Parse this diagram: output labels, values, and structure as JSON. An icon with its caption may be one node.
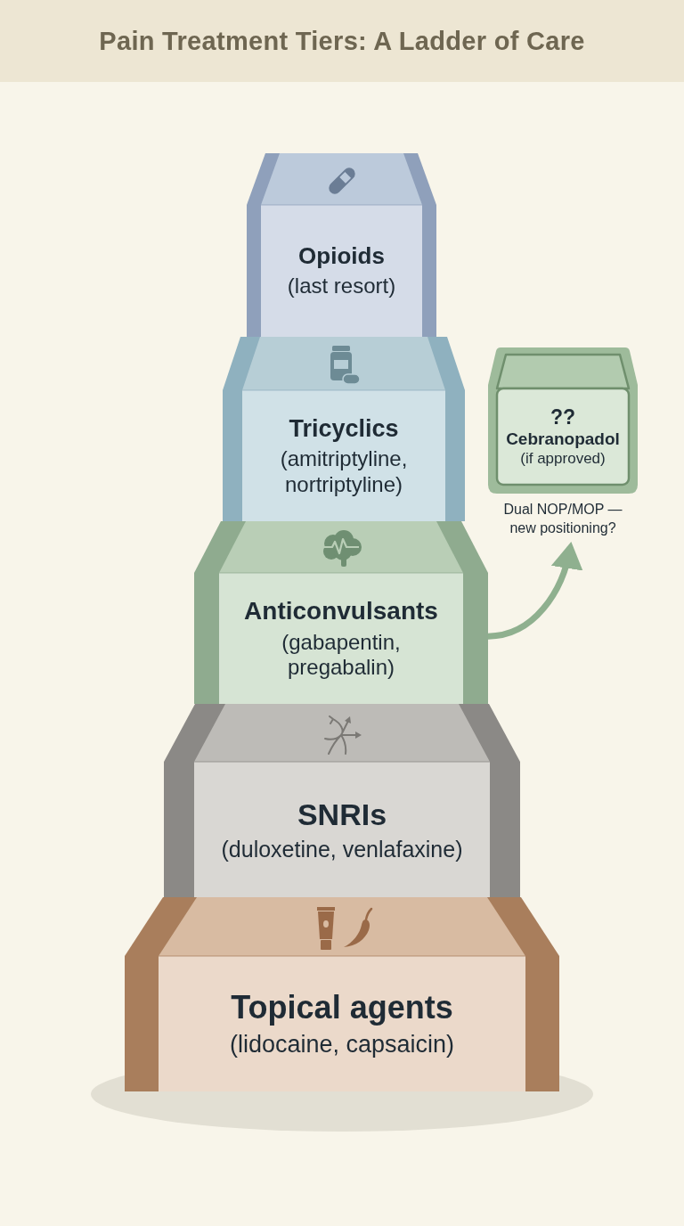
{
  "diagram": {
    "title": "Pain Treatment Tiers: A Ladder of Care",
    "nodes": [
      {
        "text": [
          "Opioids",
          "(last resort)"
        ]
      },
      {
        "text": [
          "Tricyclics",
          "(amitriptyline, nortriptyline)"
        ]
      },
      {
        "text": [
          "??",
          "Cebranopadol",
          "(if approved)"
        ],
        "beside": [
          "Dual NOP/MOP — new positioning?"
        ]
      },
      {
        "text": [
          "Anticonvulsants",
          "(gabapentin, pregabalin)"
        ]
      },
      {
        "text": [
          "SNRIs",
          "(duloxetine, venlafaxine)"
        ]
      },
      {
        "text": [
          "Topical agents",
          "(lidocaine, capsaicin)"
        ]
      }
    ],
    "edges": [
      {
        "from": 3,
        "to": 2,
        "arrow": "to"
      }
    ]
  }
}
